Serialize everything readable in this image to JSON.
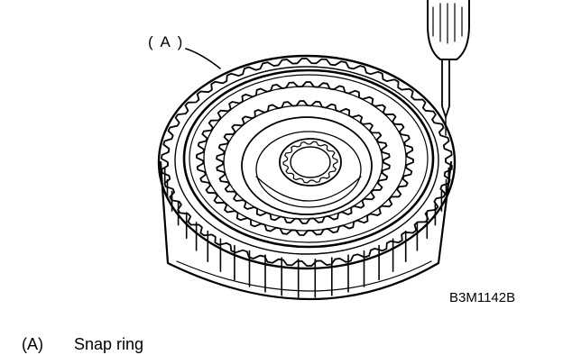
{
  "diagram": {
    "callout_label": "( A )",
    "figure_code": "B3M1142B"
  },
  "legend": [
    {
      "key": "(A)",
      "text": "Snap ring"
    }
  ],
  "icons": {
    "tool": "screwdriver-icon",
    "part": "clutch-drum-illustration"
  }
}
